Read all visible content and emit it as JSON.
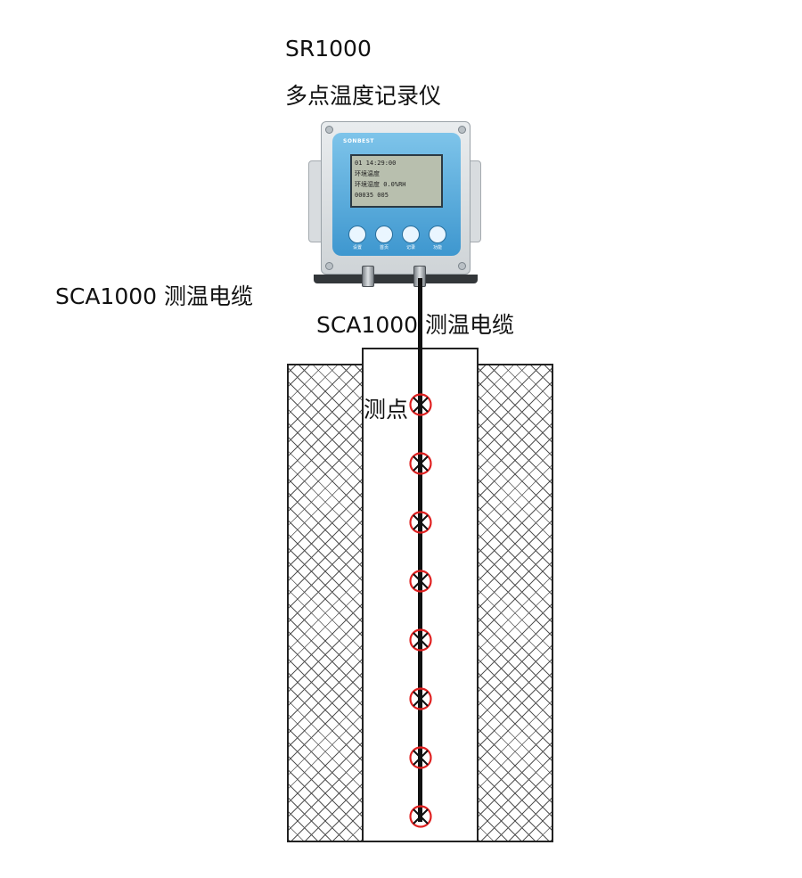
{
  "labels": {
    "model": "SR1000",
    "device_name": "多点温度记录仪",
    "cable_left": "SCA1000 测温电缆",
    "cable_center": "SCA1000 测温电缆",
    "measure_point": "测点"
  },
  "device": {
    "brand": "SONBEST",
    "lcd_lines": [
      "01 14:29:00",
      "环境温度 ",
      "环境湿度 0.0%RH",
      "00035   005"
    ],
    "buttons": [
      "设置",
      "首页",
      "记录",
      "功能"
    ],
    "panel_color": "#4aa3d8"
  },
  "measurement_points": [
    1,
    2,
    3,
    4,
    5,
    6,
    7,
    8
  ],
  "colors": {
    "point_circle": "#e02020",
    "cable": "#111111"
  }
}
